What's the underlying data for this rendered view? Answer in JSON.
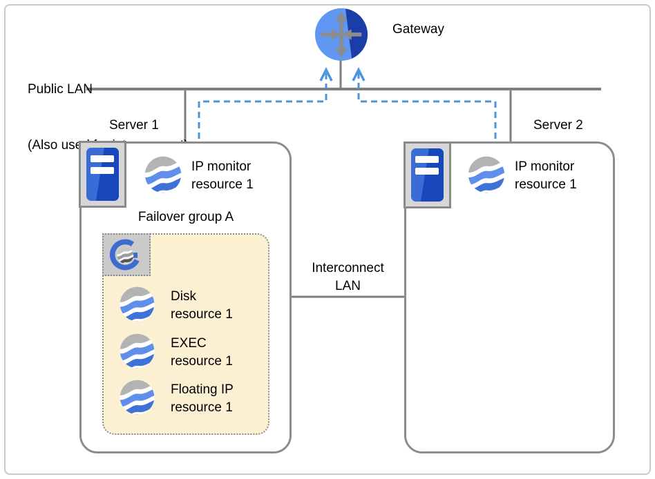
{
  "labels": {
    "public_lan_line1": "Public LAN",
    "public_lan_line2": "(Also used for interconnect)",
    "gateway": "Gateway",
    "server1": "Server 1",
    "server2": "Server 2",
    "interconnect_line1": "Interconnect",
    "interconnect_line2": "LAN",
    "failover_group": "Failover group A"
  },
  "nodes": {
    "server1_monitor": {
      "line1": "IP monitor",
      "line2": "resource 1"
    },
    "server2_monitor": {
      "line1": "IP monitor",
      "line2": "resource 1"
    },
    "group_resources": [
      {
        "line1": "Disk",
        "line2": "resource 1"
      },
      {
        "line1": "EXEC",
        "line2": "resource 1"
      },
      {
        "line1": "Floating IP",
        "line2": "resource 1"
      }
    ]
  },
  "icons": {
    "gateway": "router-icon",
    "server": "server-tower-icon",
    "resource": "wave-globe-icon",
    "failover_group": "cluster-group-g-icon"
  },
  "colors": {
    "lan_line_gray": "#7f7f7f",
    "box_border_gray": "#8c8c8c",
    "dashed_arrow_blue": "#4e94dc",
    "group_fill_cream": "#fbf0d2",
    "resource_gray": "#b3b3b3",
    "resource_blue_light": "#5f8fea",
    "resource_blue_mid": "#3e72d6",
    "resource_navy": "#16367e",
    "logo_blue": "#3e6bd0",
    "gateway_blue_light": "#6097f2",
    "gateway_navy": "#1b3da8"
  }
}
